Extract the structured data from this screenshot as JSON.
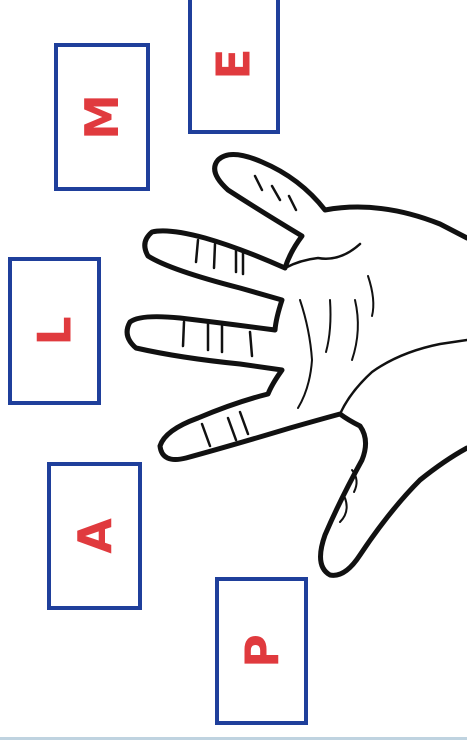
{
  "cards": [
    {
      "letter": "E"
    },
    {
      "letter": "M"
    },
    {
      "letter": "L"
    },
    {
      "letter": "A"
    },
    {
      "letter": "P"
    }
  ],
  "colors": {
    "card_border": "#1f3f9b",
    "letter": "#e03a3e",
    "hand_outline": "#111111"
  },
  "hand": {
    "icon": "open-hand-outline-icon"
  }
}
